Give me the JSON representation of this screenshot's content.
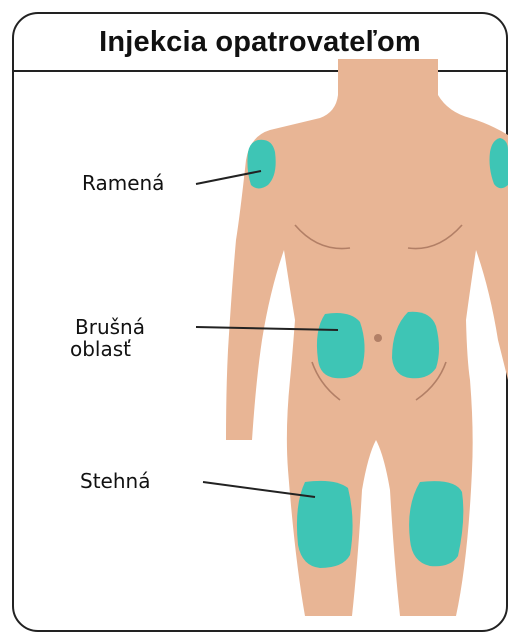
{
  "title": "Injekcia opatrovateľom",
  "labels": {
    "shoulders": "Ramená",
    "abdomen_line1": "Brušná",
    "abdomen_line2": "oblasť",
    "thighs": "Stehná"
  },
  "colors": {
    "skin": "#e8b595",
    "zone": "#3ec5b5",
    "outline": "#222222",
    "body_lines": "#b27f66"
  }
}
